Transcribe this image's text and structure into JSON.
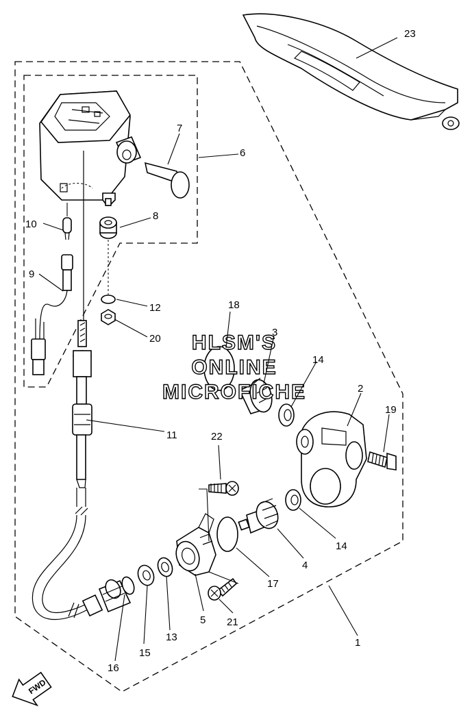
{
  "watermark": {
    "line1": "HLSM'S",
    "line2": "ONLINE",
    "line3": "MICROFICHE"
  },
  "fwd_label": "FWD",
  "callouts": {
    "c1": "1",
    "c2": "2",
    "c3": "3",
    "c4": "4",
    "c5": "5",
    "c6": "6",
    "c7": "7",
    "c8": "8",
    "c9": "9",
    "c10": "10",
    "c11": "11",
    "c12": "12",
    "c13": "13",
    "c14a": "14",
    "c14b": "14",
    "c15": "15",
    "c16": "16",
    "c17": "17",
    "c18": "18",
    "c19": "19",
    "c20": "20",
    "c21": "21",
    "c22": "22",
    "c23": "23"
  }
}
